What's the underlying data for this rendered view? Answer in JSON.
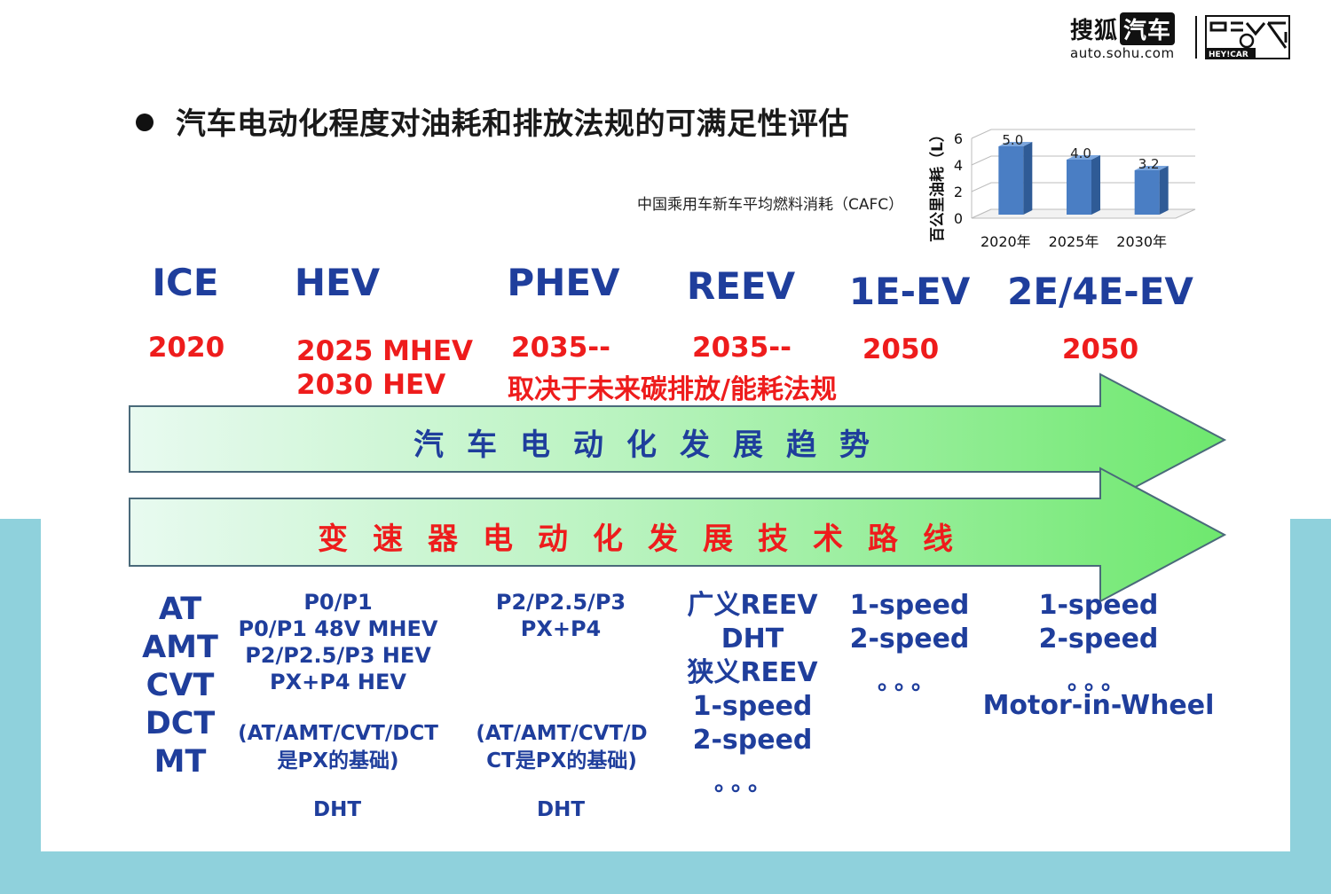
{
  "brand": {
    "sohu": "搜狐",
    "qiche": "汽车",
    "url": "auto.sohu.com",
    "heycar": "HEY!CAR"
  },
  "title": "汽车电动化程度对油耗和排放法规的可满足性评估",
  "cafc_caption": "中国乘用车新车平均燃料消耗（CAFC）",
  "chart_data": {
    "type": "bar",
    "categories": [
      "2020年",
      "2025年",
      "2030年"
    ],
    "values": [
      5.0,
      4.0,
      3.2
    ],
    "value_labels": [
      "5.0",
      "4.0",
      "3.2"
    ],
    "ylabel": "百公里油耗（L）",
    "ylim": [
      0,
      6
    ],
    "yticks": [
      "0",
      "2",
      "4",
      "6"
    ],
    "bar_color": "#4a7ec4",
    "three_d": true
  },
  "categories": [
    {
      "name": "ICE"
    },
    {
      "name": "HEV"
    },
    {
      "name": "PHEV"
    },
    {
      "name": "REEV"
    },
    {
      "name": "1E-EV"
    },
    {
      "name": "2E/4E-EV"
    }
  ],
  "years": {
    "ice": "2020",
    "hev_1": "2025 MHEV",
    "hev_2": "2030 HEV",
    "phev_1": "2035--",
    "phev_2": "取决于未来碳排放/能耗法规",
    "reev": "2035--",
    "ev1": "2050",
    "ev2": "2050"
  },
  "arrows": {
    "trend": "汽车电动化发展趋势",
    "transmission": "变速器电动化发展技术路线",
    "trend_text_color": "#1f3e9c",
    "transmission_text_color": "#ee1c1c"
  },
  "tech": {
    "ice": [
      "AT",
      "AMT",
      "CVT",
      "DCT",
      "MT"
    ],
    "hev": [
      "P0/P1",
      "P0/P1 48V MHEV",
      "P2/P2.5/P3 HEV",
      "PX+P4 HEV"
    ],
    "hev_note": [
      "(AT/AMT/CVT/DCT",
      "是PX的基础)"
    ],
    "hev_dht": "DHT",
    "phev": [
      "P2/P2.5/P3",
      "PX+P4"
    ],
    "phev_note": [
      "(AT/AMT/CVT/D",
      "CT是PX的基础)"
    ],
    "phev_dht": "DHT",
    "reev": [
      "广义REEV",
      "DHT",
      "狭义REEV",
      "1-speed",
      "2-speed"
    ],
    "reev_dots": "。。。",
    "ev1": [
      "1-speed",
      "2-speed"
    ],
    "ev1_dots": "。。。",
    "ev2": [
      "1-speed",
      "2-speed"
    ],
    "ev2_dots": "。。。",
    "ev2_extra": "Motor-in-Wheel"
  },
  "colors": {
    "title_blue": "#1f3e9c",
    "year_red": "#ee1c1c",
    "band": "#8fd1dc"
  }
}
